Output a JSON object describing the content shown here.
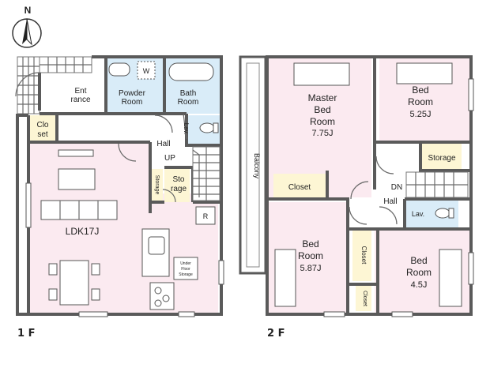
{
  "compass": {
    "north": "N"
  },
  "floor1": {
    "label": "1 F",
    "rooms": {
      "entrance": [
        "Ent",
        "rance"
      ],
      "powder": [
        "Powder",
        "Room"
      ],
      "washer": "W",
      "bath": [
        "Bath",
        "Room"
      ],
      "closet": [
        "Clo",
        "set"
      ],
      "lav": "Lav.",
      "hall": "Hall",
      "up": "UP",
      "storage_small": "Storage",
      "storage": [
        "Sto",
        "rage"
      ],
      "refrigerator": "R",
      "ldk": "LDK17J",
      "underfloor": [
        "Under",
        "Floor",
        "Storage"
      ]
    }
  },
  "floor2": {
    "label": "2 F",
    "rooms": {
      "balcony": "Balcony",
      "master": [
        "Master",
        "Bed",
        "Room",
        "7.75J"
      ],
      "bed_a": [
        "Bed",
        "Room",
        "5.25J"
      ],
      "closet_master": "Closet",
      "storage": "Storage",
      "dn": "DN",
      "hall": "Hall",
      "lav": "Lav.",
      "bed_b": [
        "Bed",
        "Room",
        "5.87J"
      ],
      "closet_b1": "Closet",
      "closet_b2": "Closet",
      "bed_c": [
        "Bed",
        "Room",
        "4.5J"
      ]
    }
  }
}
